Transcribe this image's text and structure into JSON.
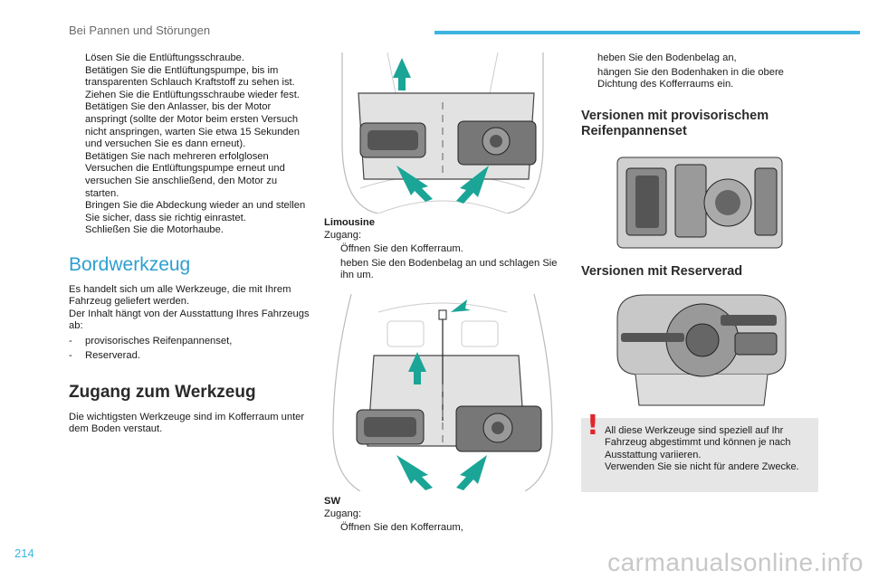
{
  "header": {
    "title": "Bei Pannen und Störungen"
  },
  "page_number": "214",
  "col1": {
    "steps": [
      "Lösen Sie die Entlüftungsschraube.",
      "Betätigen Sie die Entlüftungspumpe, bis im transparenten Schlauch Kraftstoff zu sehen ist.",
      "Ziehen Sie die Entlüftungsschraube wieder fest.",
      "Betätigen Sie den Anlasser, bis der Motor anspringt (sollte der Motor beim ersten Versuch nicht anspringen, warten Sie etwa 15 Sekunden und versuchen Sie es dann erneut).",
      "Betätigen Sie nach mehreren erfolglosen Versuchen die Entlüftungspumpe erneut und versuchen Sie anschließend, den Motor zu starten.",
      "Bringen Sie die Abdeckung wieder an und stellen Sie sicher, dass sie richtig einrastet.",
      "Schließen Sie die Motorhaube."
    ],
    "bullet_glyph": "",
    "section_title": "Bordwerkzeug",
    "section_intro_1": "Es handelt sich um alle Werkzeuge, die mit Ihrem Fahrzeug geliefert werden.",
    "section_intro_2": "Der Inhalt hängt von der Ausstattung Ihres Fahrzeugs ab:",
    "dash_items": [
      "provisorisches Reifenpannenset,",
      "Reserverad."
    ],
    "dash_glyph": "-",
    "access_title": "Zugang zum Werkzeug",
    "access_text": "Die wichtigsten Werkzeuge sind im Kofferraum unter dem Boden verstaut."
  },
  "col2": {
    "limousine_label": "Limousine",
    "limousine_access": "Zugang:",
    "limousine_steps": [
      "Öffnen Sie den Kofferraum.",
      "heben Sie den Bodenbelag an und schlagen Sie ihn um."
    ],
    "sw_label": "SW",
    "sw_access": "Zugang:",
    "sw_steps": [
      "Öffnen Sie den Kofferraum,"
    ]
  },
  "col3": {
    "steps": [
      "heben Sie den Bodenbelag an,",
      "hängen Sie den Bodenhaken in die obere Dichtung des Kofferraums ein."
    ],
    "heading_1": "Versionen mit provisorischem Reifenpannenset",
    "heading_2": "Versionen mit Reserverad",
    "warning_mark": "!",
    "warning_1": "All diese Werkzeuge sind speziell auf Ihr Fahrzeug abgestimmt und können je nach Ausstattung variieren.",
    "warning_2": "Verwenden Sie sie nicht für andere Zwecke."
  },
  "watermark": "carmanualsonline.info",
  "colors": {
    "accent_blue": "#3db4e0",
    "heading_blue": "#2d9fd0",
    "arrow_teal": "#1aa596",
    "warning_red": "#e0262b",
    "note_bg": "#e6e6e6"
  }
}
